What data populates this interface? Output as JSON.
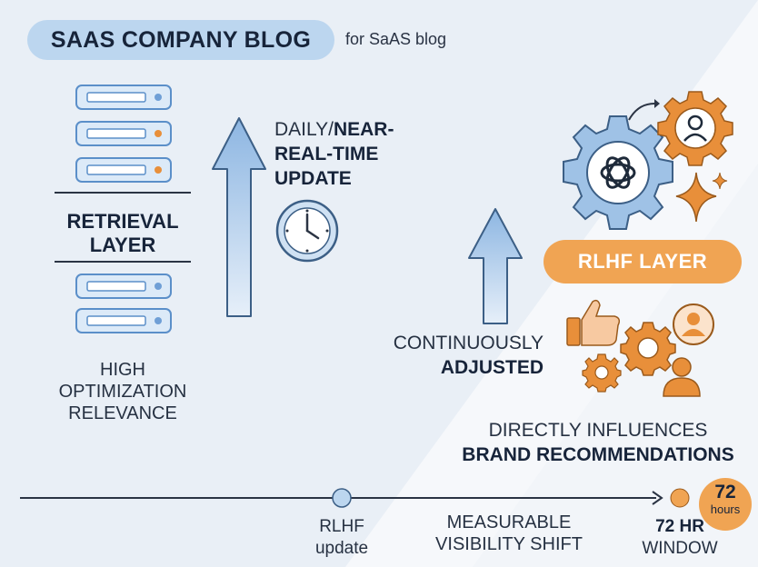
{
  "header": {
    "title": "SAAS COMPANY BLOG",
    "subtitle": "for SaAS blog"
  },
  "left": {
    "layer_line1": "RETRIEVAL",
    "layer_line2": "LAYER",
    "relevance_line1": "HIGH",
    "relevance_line2": "OPTIMIZATION",
    "relevance_line3": "RELEVANCE"
  },
  "middle": {
    "update_prefix": "DAILY/",
    "update_bold1": "NEAR-",
    "update_bold2": "REAL-TIME",
    "update_bold3": "UPDATE",
    "adjust_line1": "CONTINUOUSLY",
    "adjust_line2": "ADJUSTED"
  },
  "right": {
    "rlhf_label": "RLHF LAYER",
    "influence_line1": "DIRECTLY INFLUENCES",
    "influence_line2": "BRAND RECOMMENDATIONS"
  },
  "timeline": {
    "rlhf_line1": "RLHF",
    "rlhf_line2": "update",
    "shift_line1": "MEASURABLE",
    "shift_line2": "VISIBILITY SHIFT",
    "window_line1": "72 HR",
    "window_line2": "WINDOW",
    "badge_value": "72",
    "badge_unit": "hours"
  },
  "colors": {
    "accent_blue": "#bcd6ef",
    "accent_orange": "#f0a453",
    "icon_blue": "#9fc2e6",
    "icon_orange": "#e88f3a"
  }
}
